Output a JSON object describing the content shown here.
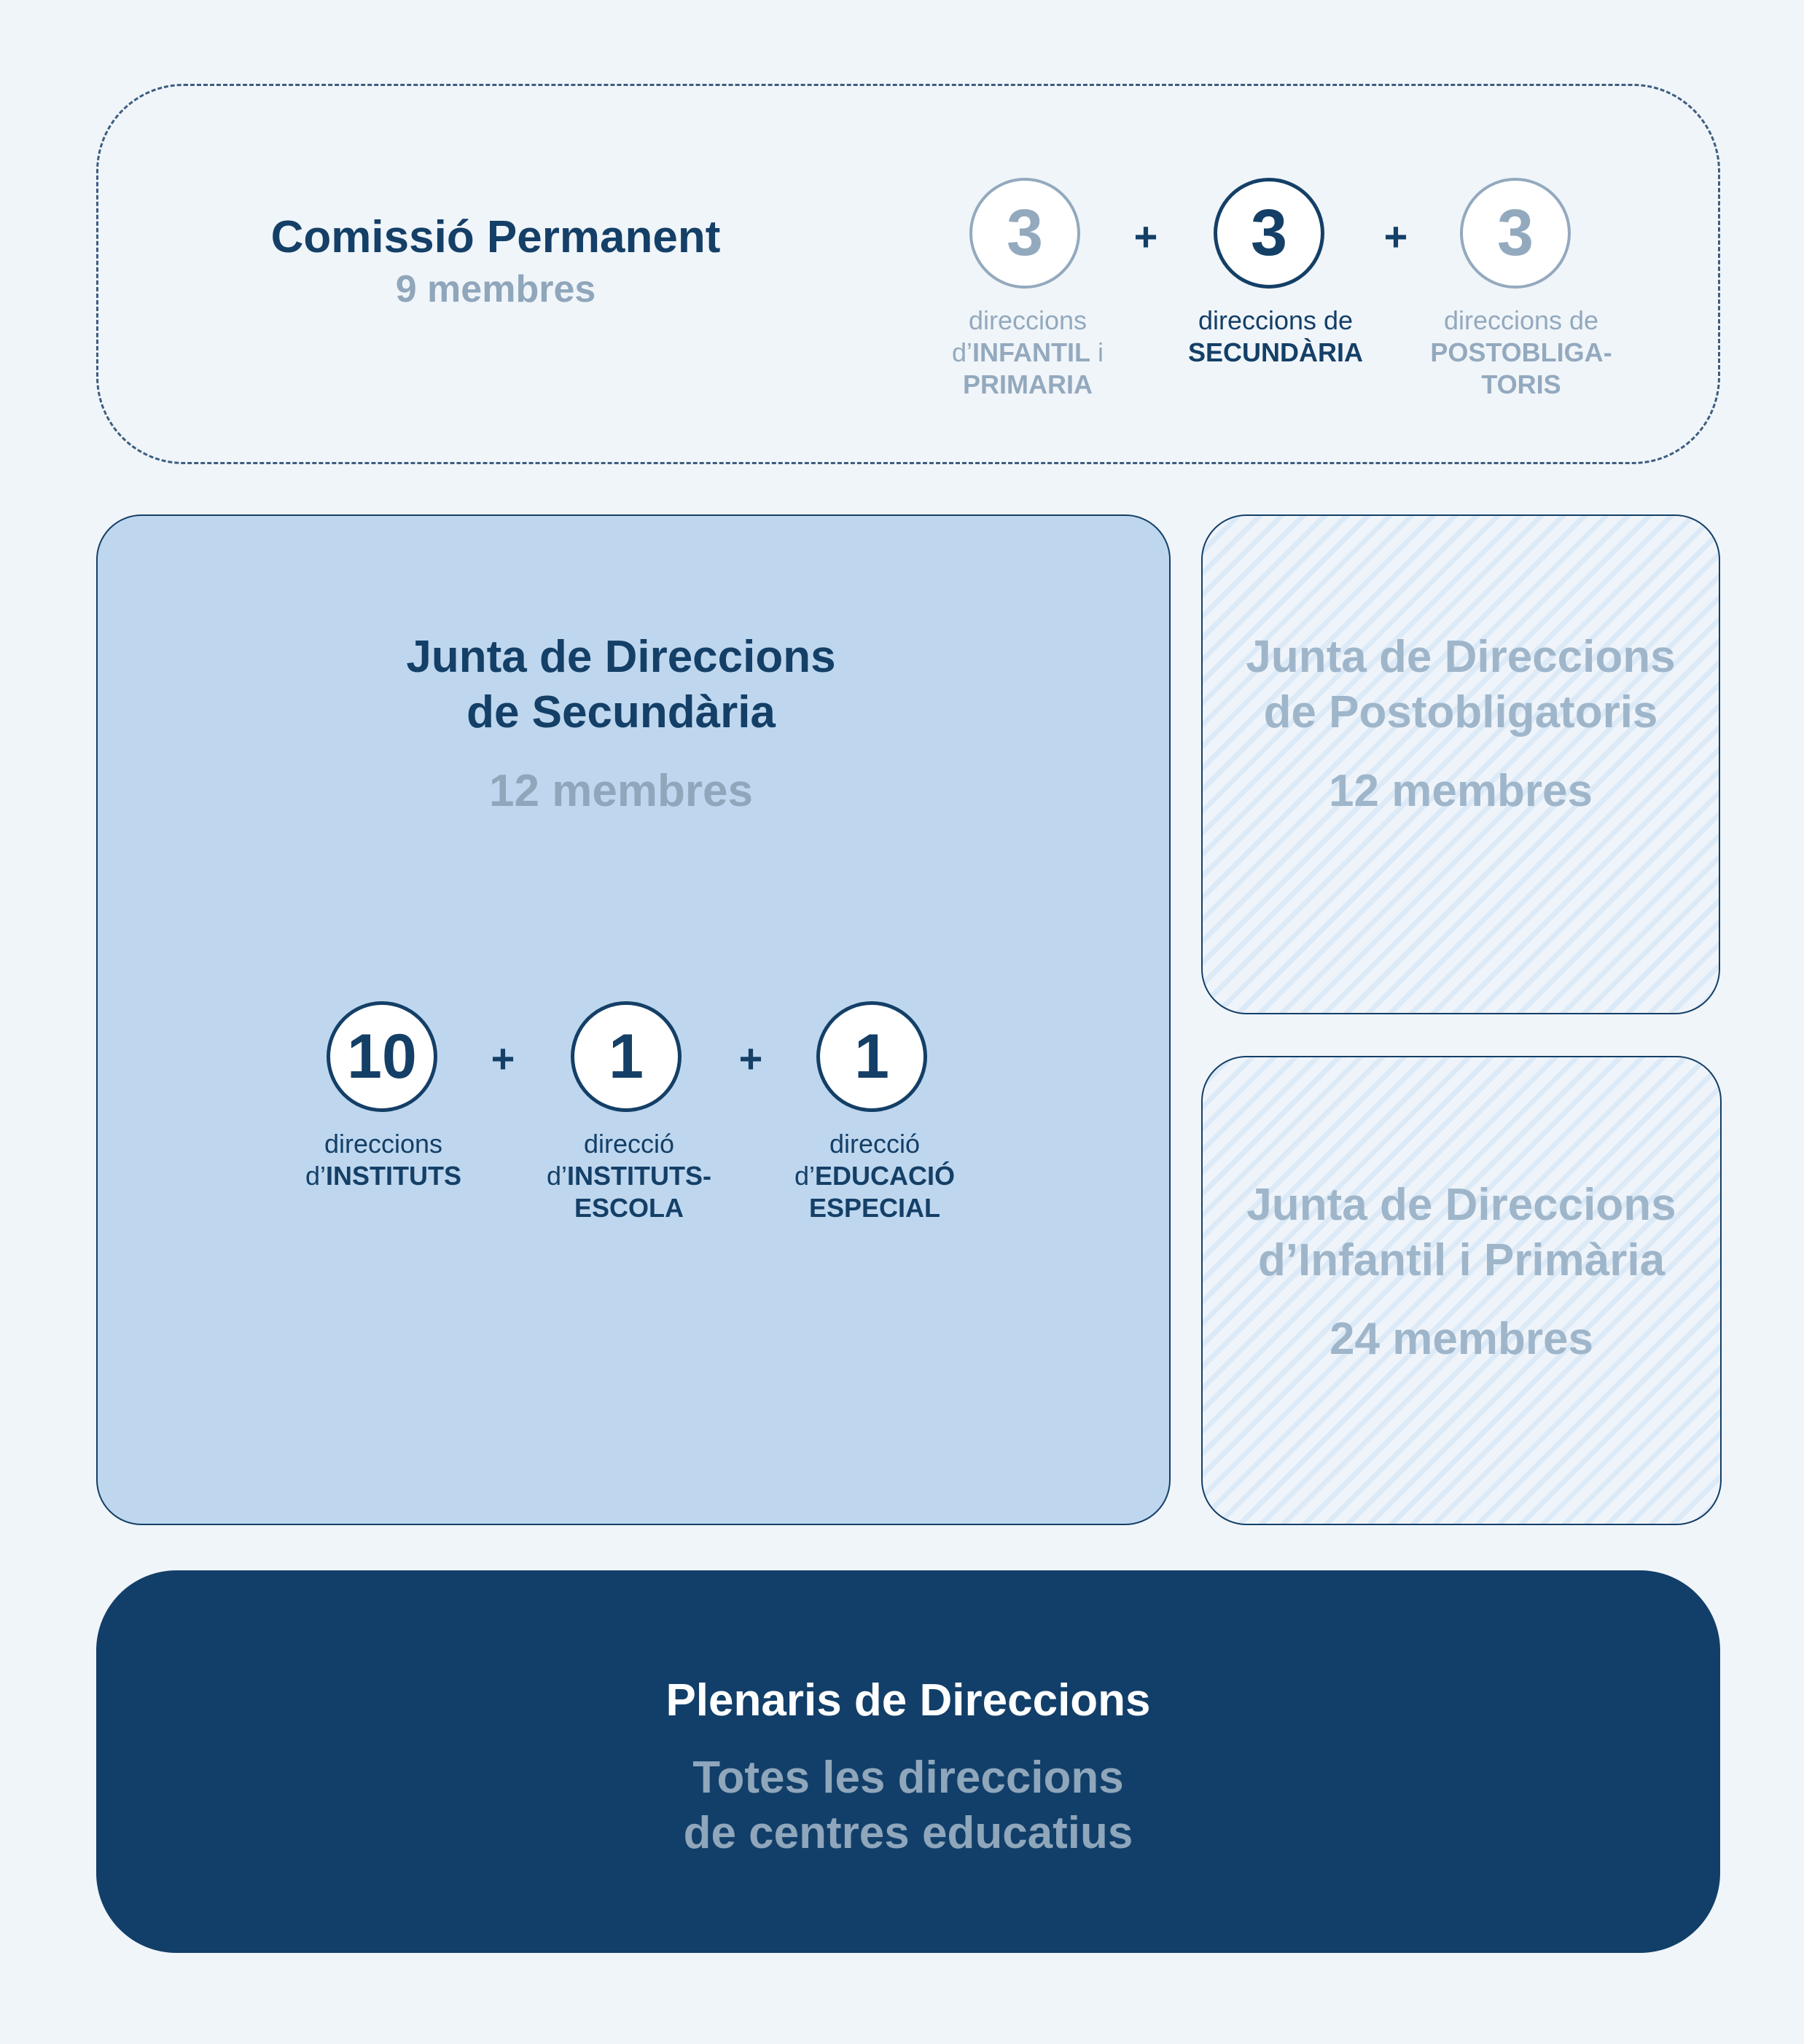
{
  "comissio": {
    "title": "Comissió Permanent",
    "members": "9 membres",
    "groups": [
      {
        "count": "3",
        "line1": "direccions",
        "line2_prefix": "d’",
        "line2_bold": "INFANTIL",
        "line2_suffix": " i",
        "line3_bold": "PRIMARIA"
      },
      {
        "count": "3",
        "line1": "direccions de",
        "line2_bold": "SECUNDÀRIA"
      },
      {
        "count": "3",
        "line1": "direccions de",
        "line2_bold": "POSTOBLIGA-",
        "line3_bold": "TORIS"
      }
    ],
    "plus": "+"
  },
  "junta_secundaria": {
    "title_line1": "Junta de Direccions",
    "title_line2": "de Secundària",
    "members": "12 membres",
    "groups": [
      {
        "count": "10",
        "line1": "direccions",
        "line2_prefix": "d’",
        "line2_bold": "INSTITUTS"
      },
      {
        "count": "1",
        "line1": "direcció",
        "line2_prefix": "d’",
        "line2_bold": "INSTITUTS-",
        "line3_bold": "ESCOLA"
      },
      {
        "count": "1",
        "line1": "direcció",
        "line2_prefix": "d’",
        "line2_bold": "EDUCACIÓ",
        "line3_bold": "ESPECIAL"
      }
    ],
    "plus": "+"
  },
  "junta_postobligatoris": {
    "title_line1": "Junta de Direccions",
    "title_line2": "de Postobligatoris",
    "members": "12 membres"
  },
  "junta_infantil": {
    "title_line1": "Junta de Direccions",
    "title_line2": "d’Infantil i Primària",
    "members": "24 membres"
  },
  "plenaris": {
    "title": "Plenaris de Direccions",
    "subtitle_line1": "Totes les direccions",
    "subtitle_line2": "de centres educatius"
  },
  "colors": {
    "navy": "#143f67",
    "grey_blue": "#93a9be",
    "light_blue_panel": "#bed7ee",
    "background": "#f0f5f9"
  }
}
